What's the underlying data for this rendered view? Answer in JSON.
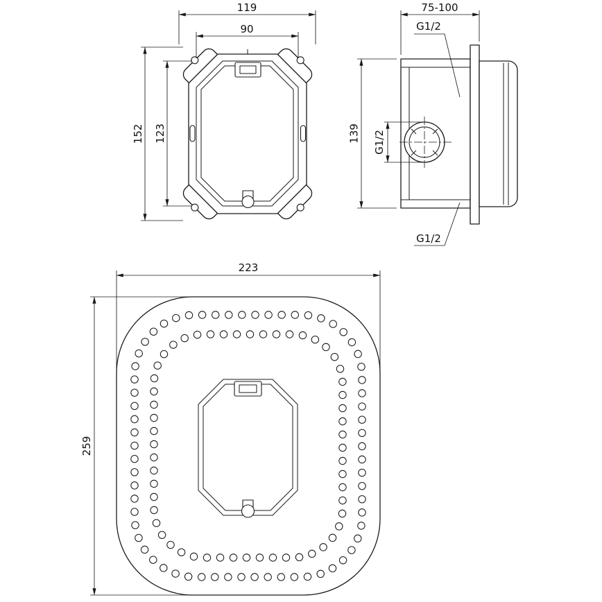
{
  "colors": {
    "line": "#1a1a1a",
    "background": "#ffffff"
  },
  "views": {
    "front": {
      "width_overall": "119",
      "width_inner": "90",
      "height_overall": "152",
      "height_inner": "123"
    },
    "side": {
      "depth_range": "75-100",
      "thread_top": "G1/2",
      "height": "139",
      "thread_side": "G1/2",
      "thread_bottom": "G1/2"
    },
    "plate": {
      "width": "223",
      "height": "259"
    }
  }
}
